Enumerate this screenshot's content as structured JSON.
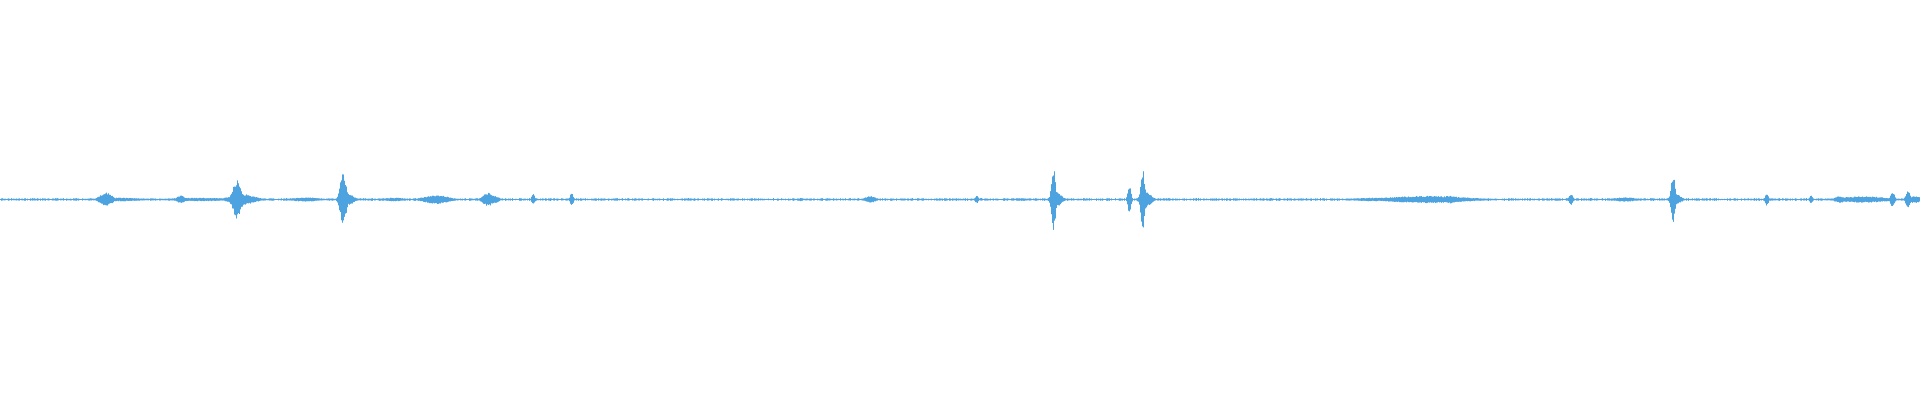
{
  "waveform": {
    "color": "#4da3e0",
    "baseline": 0.0,
    "amplitude_range": [
      -1,
      1
    ],
    "noise_floor": 0.006,
    "events": [
      {
        "pos": 0.055,
        "amp": 0.038,
        "width": 0.003
      },
      {
        "pos": 0.062,
        "amp": 0.01,
        "width": 0.012
      },
      {
        "pos": 0.094,
        "amp": 0.022,
        "width": 0.002
      },
      {
        "pos": 0.1035,
        "amp": 0.01,
        "width": 0.015
      },
      {
        "pos": 0.1232,
        "amp": 0.11,
        "width": 0.002
      },
      {
        "pos": 0.126,
        "amp": 0.03,
        "width": 0.006
      },
      {
        "pos": 0.159,
        "amp": 0.012,
        "width": 0.007
      },
      {
        "pos": 0.1785,
        "amp": 0.15,
        "width": 0.0015
      },
      {
        "pos": 0.1805,
        "amp": 0.035,
        "width": 0.003
      },
      {
        "pos": 0.205,
        "amp": 0.01,
        "width": 0.006
      },
      {
        "pos": 0.227,
        "amp": 0.025,
        "width": 0.006
      },
      {
        "pos": 0.254,
        "amp": 0.038,
        "width": 0.0025
      },
      {
        "pos": 0.2575,
        "amp": 0.02,
        "width": 0.002
      },
      {
        "pos": 0.2775,
        "amp": 0.03,
        "width": 0.0008
      },
      {
        "pos": 0.2975,
        "amp": 0.038,
        "width": 0.0008
      },
      {
        "pos": 0.417,
        "amp": 0.01,
        "width": 0.001
      },
      {
        "pos": 0.453,
        "amp": 0.02,
        "width": 0.0025
      },
      {
        "pos": 0.5085,
        "amp": 0.022,
        "width": 0.0008
      },
      {
        "pos": 0.5485,
        "amp": 0.18,
        "width": 0.001
      },
      {
        "pos": 0.55,
        "amp": 0.04,
        "width": 0.0025
      },
      {
        "pos": 0.588,
        "amp": 0.08,
        "width": 0.0008
      },
      {
        "pos": 0.595,
        "amp": 0.17,
        "width": 0.001
      },
      {
        "pos": 0.5965,
        "amp": 0.045,
        "width": 0.0025
      },
      {
        "pos": 0.715,
        "amp": 0.01,
        "width": 0.01
      },
      {
        "pos": 0.743,
        "amp": 0.02,
        "width": 0.02
      },
      {
        "pos": 0.755,
        "amp": 0.022,
        "width": 0.004
      },
      {
        "pos": 0.818,
        "amp": 0.03,
        "width": 0.001
      },
      {
        "pos": 0.846,
        "amp": 0.012,
        "width": 0.006
      },
      {
        "pos": 0.8712,
        "amp": 0.14,
        "width": 0.001
      },
      {
        "pos": 0.8725,
        "amp": 0.03,
        "width": 0.0025
      },
      {
        "pos": 0.92,
        "amp": 0.035,
        "width": 0.0008
      },
      {
        "pos": 0.943,
        "amp": 0.022,
        "width": 0.0008
      },
      {
        "pos": 0.958,
        "amp": 0.02,
        "width": 0.0025
      },
      {
        "pos": 0.97,
        "amp": 0.018,
        "width": 0.012
      },
      {
        "pos": 0.9855,
        "amp": 0.045,
        "width": 0.001
      },
      {
        "pos": 0.9935,
        "amp": 0.055,
        "width": 0.001
      },
      {
        "pos": 0.997,
        "amp": 0.02,
        "width": 0.003
      }
    ]
  }
}
